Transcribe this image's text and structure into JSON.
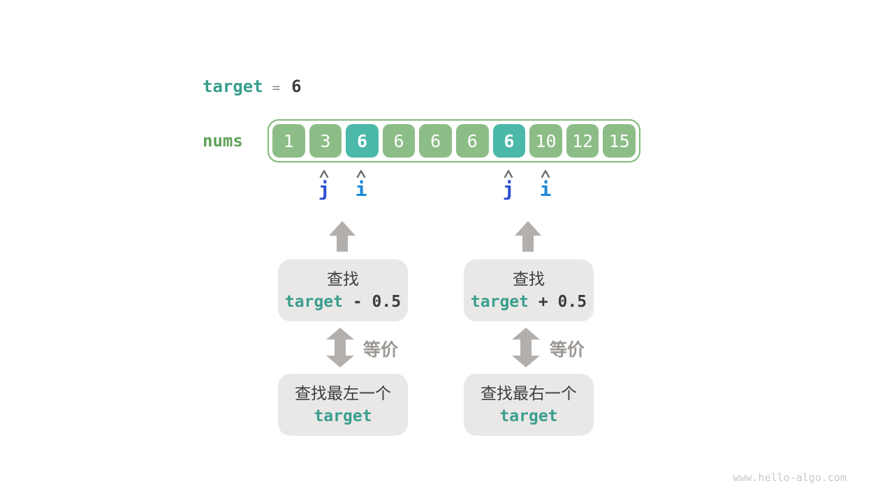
{
  "colors": {
    "teal-text": "#3a9e8e",
    "green-text": "#5fa257",
    "cell-green": "#8cbd86",
    "cell-teal": "#4bb8a9",
    "array-border": "#7eb877",
    "box-bg": "#e9e8e7",
    "dark-text": "#3d3d3d",
    "eq-gray": "#8a8a8a",
    "arrow-gray": "#b3afac",
    "equiv-gray": "#9b9793",
    "caret-gray": "#6f6f6f",
    "pointer-j": "#2f4fd0",
    "pointer-i": "#1f87d6",
    "watermark-gray": "#c9c9c9"
  },
  "header": {
    "target_var": "target",
    "equals": "=",
    "target_value": "6"
  },
  "array": {
    "label": "nums",
    "cells": [
      {
        "value": "1"
      },
      {
        "value": "3"
      },
      {
        "value": "6",
        "highlight": true
      },
      {
        "value": "6"
      },
      {
        "value": "6"
      },
      {
        "value": "6"
      },
      {
        "value": "6",
        "highlight": true
      },
      {
        "value": "10"
      },
      {
        "value": "12"
      },
      {
        "value": "15"
      }
    ]
  },
  "pointers": [
    {
      "letter": "j"
    },
    {
      "letter": "i"
    },
    {
      "letter": "j"
    },
    {
      "letter": "i"
    }
  ],
  "left_flow": {
    "search_line1": "查找",
    "expr_var": "target",
    "expr_op": " - 0.5",
    "equiv_label": "等价",
    "result_line1": "查找最左一个",
    "result_var": "target"
  },
  "right_flow": {
    "search_line1": "查找",
    "expr_var": "target",
    "expr_op": " + 0.5",
    "equiv_label": "等价",
    "result_line1": "查找最右一个",
    "result_var": "target"
  },
  "watermark": "www.hello-algo.com"
}
